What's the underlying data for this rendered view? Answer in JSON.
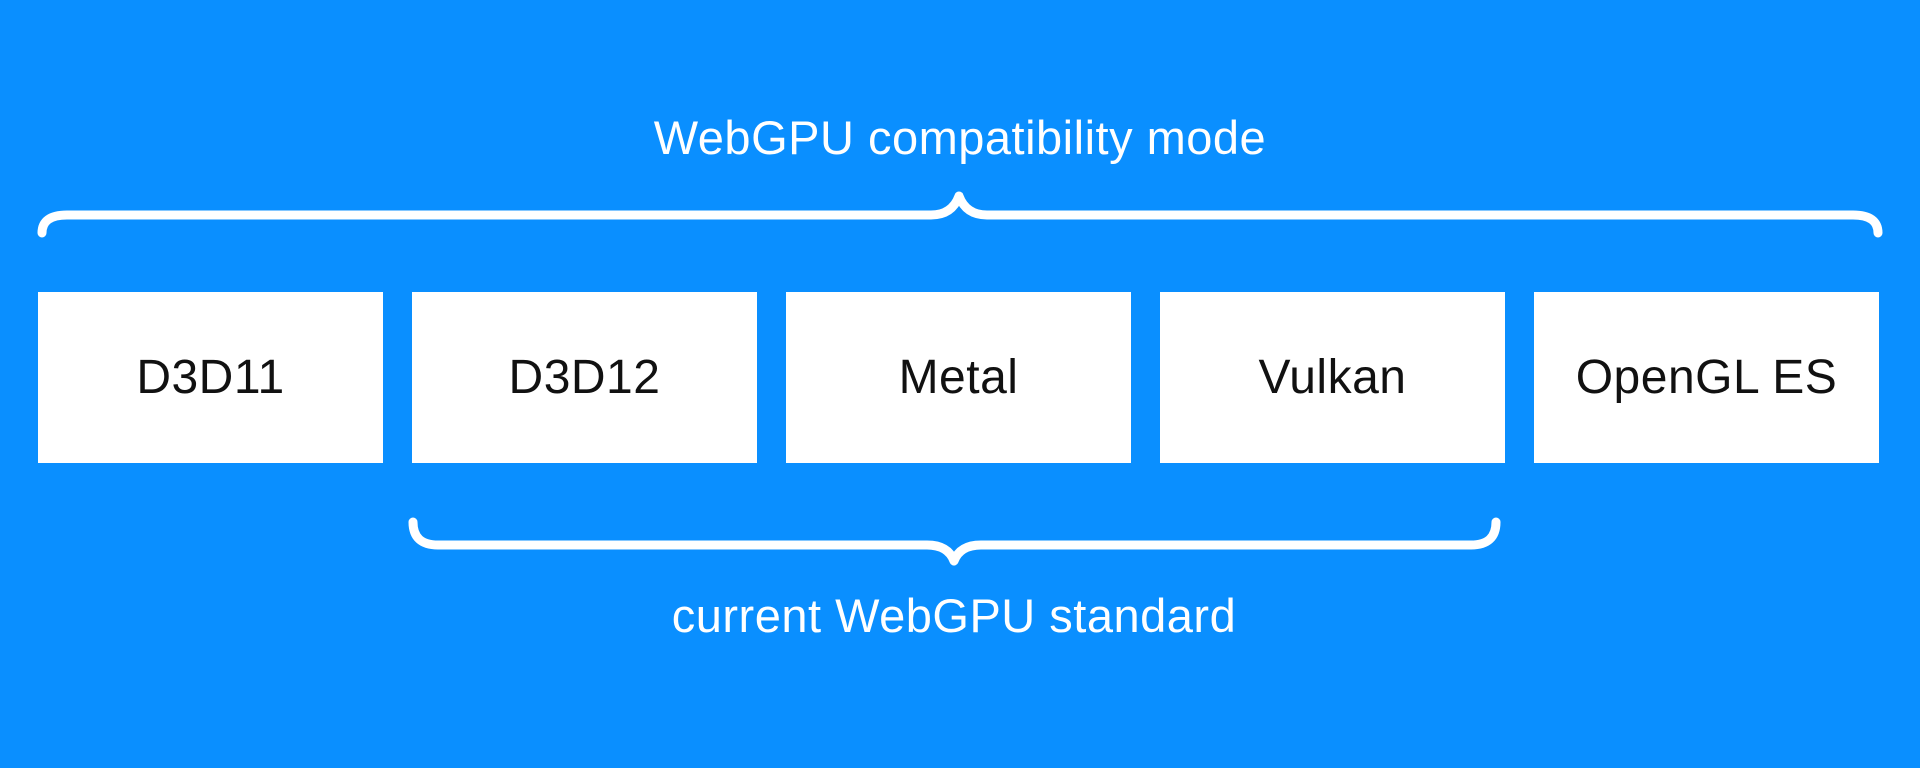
{
  "colors": {
    "background": "#0a8fff",
    "box-bg": "#ffffff",
    "box-text": "#111111",
    "label-text": "#ffffff",
    "brace": "#ffffff"
  },
  "title": {
    "text": "WebGPU compatibility mode"
  },
  "boxes": [
    {
      "label": "D3D11"
    },
    {
      "label": "D3D12"
    },
    {
      "label": "Metal"
    },
    {
      "label": "Vulkan"
    },
    {
      "label": "OpenGL ES"
    }
  ],
  "bottom_label": {
    "text": "current WebGPU standard"
  }
}
